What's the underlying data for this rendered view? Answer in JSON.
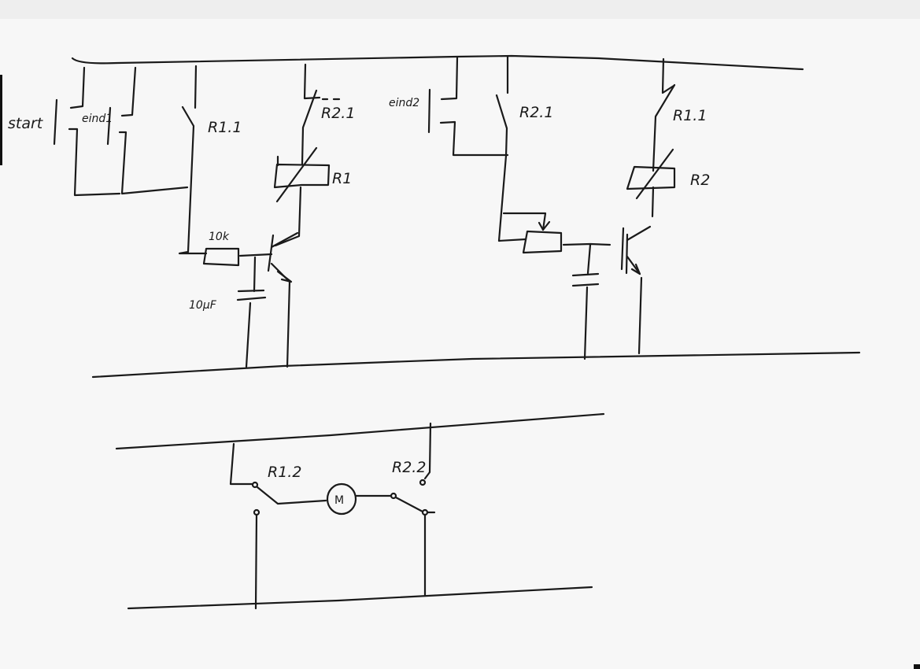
{
  "drawing": {
    "title": "Hand-drawn relay/transistor timer circuit",
    "labels": {
      "start": "start",
      "eind1": "eind1",
      "eind2": "eind2",
      "r1_1_left": "R1.1",
      "r2_1_top": "R2.1",
      "r1_coil": "R1",
      "resistor": "10k",
      "capacitor": "10µF",
      "r2_1_mid": "R2.1",
      "r1_1_right": "R1.1",
      "r2_coil": "R2",
      "r1_2": "R1.2",
      "motor": "M",
      "r2_2": "R2.2"
    },
    "ink_color": "#1a1a1a",
    "paper_color": "#f7f7f7"
  }
}
